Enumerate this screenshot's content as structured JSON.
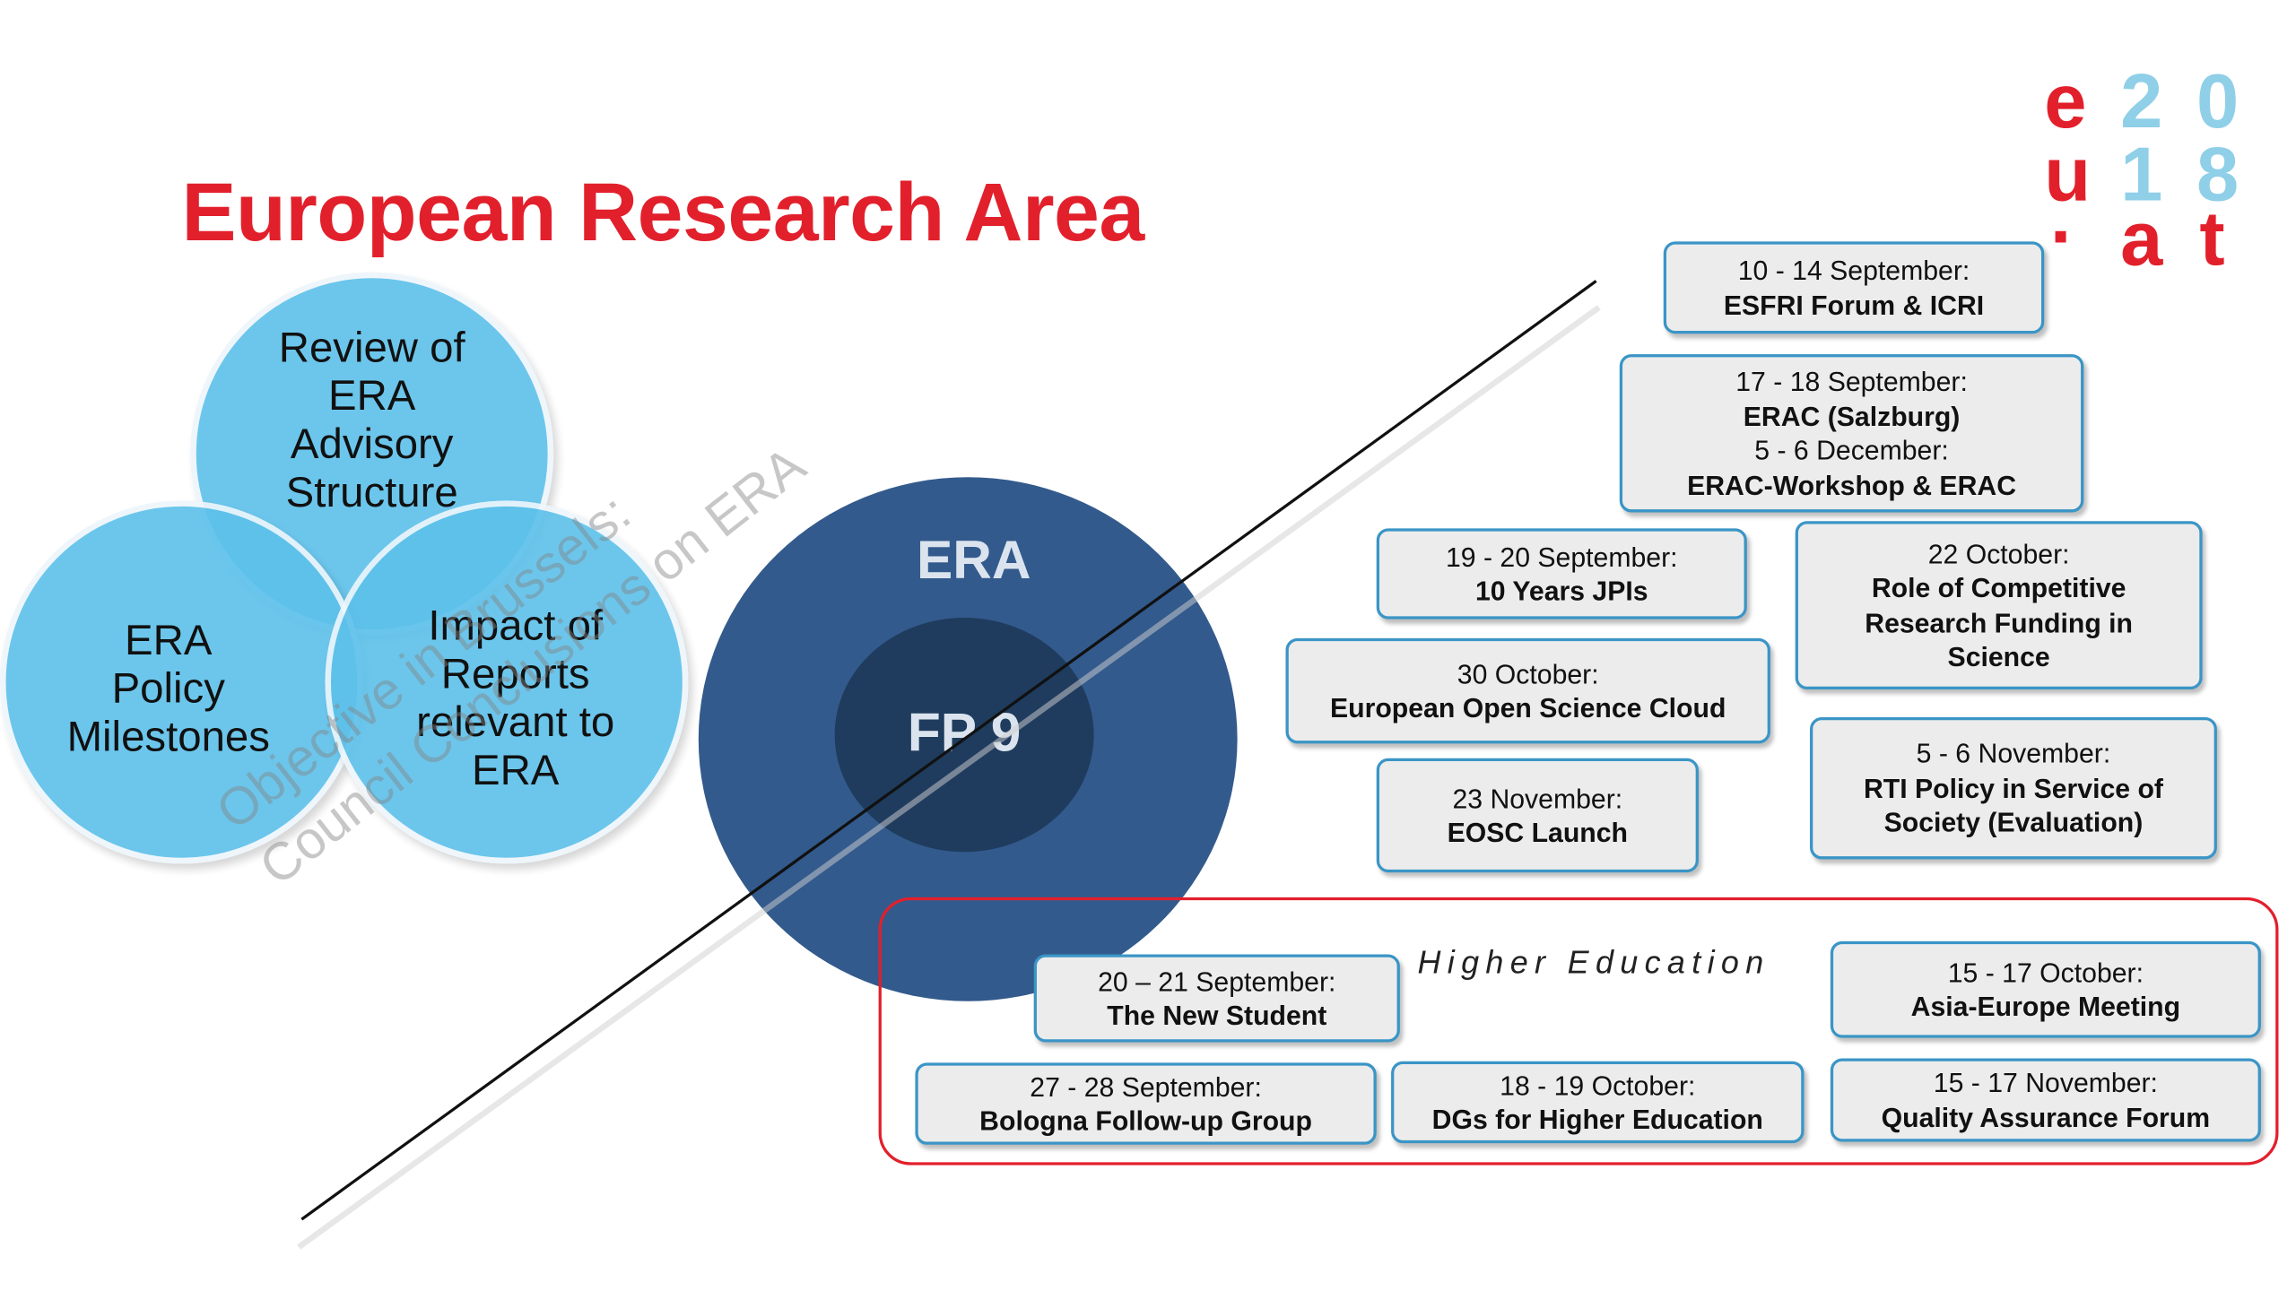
{
  "title": "European Research Area",
  "logo": {
    "chars": [
      {
        "ch": "e",
        "color": "red"
      },
      {
        "ch": "2",
        "color": "blue"
      },
      {
        "ch": "0",
        "color": "blue"
      },
      {
        "ch": "u",
        "color": "red"
      },
      {
        "ch": "1",
        "color": "blue"
      },
      {
        "ch": "8",
        "color": "blue"
      },
      {
        "ch": "·",
        "color": "red"
      },
      {
        "ch": "a",
        "color": "red"
      },
      {
        "ch": "t",
        "color": "red"
      }
    ],
    "colors": {
      "red": "#e2202c",
      "blue": "#8fcfe8"
    }
  },
  "venn": {
    "top": [
      "Review of",
      "ERA",
      "Advisory",
      "Structure"
    ],
    "left": [
      "ERA",
      "Policy",
      "Milestones"
    ],
    "right": [
      "Impact of",
      "Reports",
      "relevant to",
      "ERA"
    ]
  },
  "watermark": [
    "Objective in Brussels:",
    "Council Conclusions on ERA"
  ],
  "center": {
    "outer_label": "ERA",
    "inner_label": "FP 9",
    "outer_color": "#335a8c",
    "inner_color": "#1f3c5e"
  },
  "events": [
    {
      "date": "10 - 14 September:",
      "name": "ESFRI Forum & ICRI"
    },
    {
      "lines": [
        {
          "text": "17 - 18 September:",
          "bold": false
        },
        {
          "text": "ERAC (Salzburg)",
          "bold": true
        },
        {
          "text": "5 - 6 December:",
          "bold": false
        },
        {
          "text": "ERAC-Workshop & ERAC",
          "bold": true
        }
      ]
    },
    {
      "date": "19 - 20 September:",
      "name": "10 Years JPIs"
    },
    {
      "date": "22 October:",
      "name": "Role of Competitive Research Funding in Science"
    },
    {
      "date": "30 October:",
      "name": "European Open Science Cloud"
    },
    {
      "date": "5 - 6 November:",
      "name": "RTI Policy in Service of Society (Evaluation)"
    },
    {
      "date": "23 November:",
      "name": "EOSC Launch"
    }
  ],
  "higher_education": {
    "label": "Higher Education",
    "events": [
      {
        "date": "20 – 21 September:",
        "name": "The New Student"
      },
      {
        "date": "15 - 17 October:",
        "name": "Asia-Europe Meeting"
      },
      {
        "date": "27 - 28 September:",
        "name": "Bologna Follow-up Group"
      },
      {
        "date": "18 - 19 October:",
        "name": "DGs for Higher Education"
      },
      {
        "date": "15 - 17 November:",
        "name": "Quality Assurance Forum"
      }
    ]
  }
}
